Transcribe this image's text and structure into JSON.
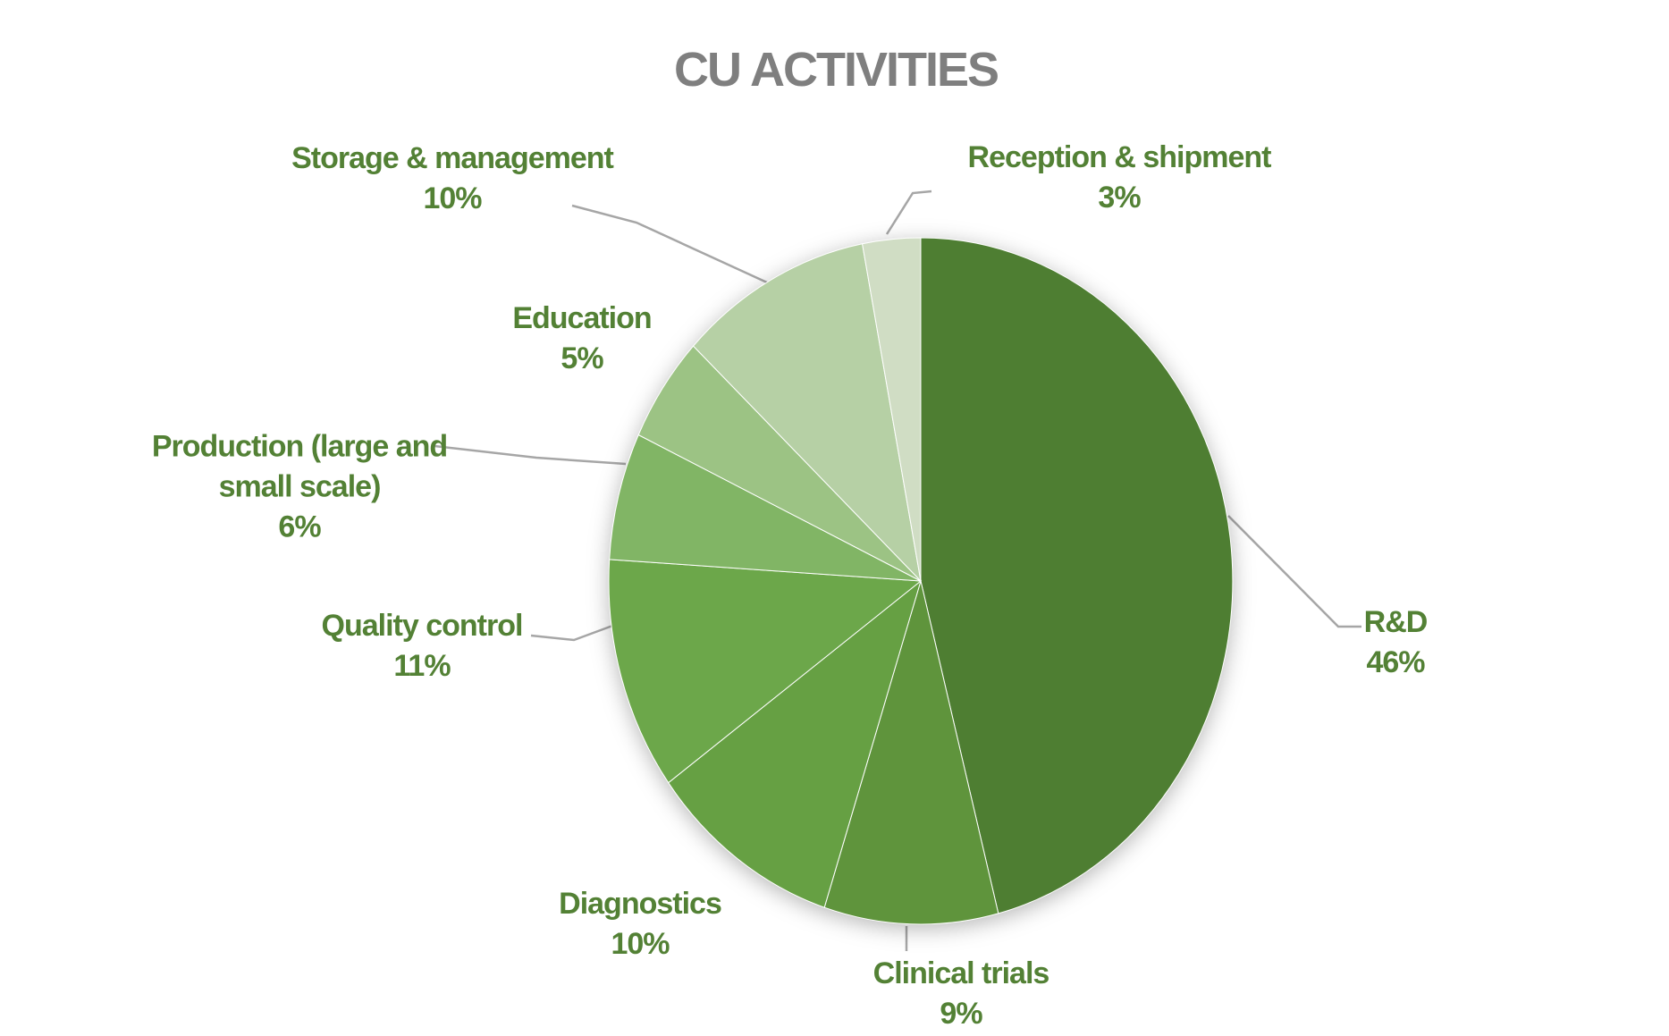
{
  "page": {
    "background": "#ffffff"
  },
  "title": {
    "text": "CU ACTIVITIES",
    "color": "#7f7f7f"
  },
  "styles": {
    "label_color": "#538135",
    "leader_color": "#a6a6a6",
    "slice_border_color": "#ffffff"
  },
  "chart_data": {
    "type": "pie",
    "title": "CU ACTIVITIES",
    "start_angle_deg": 0,
    "direction": "clockwise",
    "legend_position": "none",
    "data_label_style": "outside: category name above percentage",
    "palette_note": "monochromatic greens, darkest (R&D) to lightest (Reception & shipment) clockwise from 12 o'clock",
    "slices": [
      {
        "label": "R&D",
        "pct": 46,
        "pct_label": "46%",
        "color": "#4e7e32",
        "label_lines": [
          "R&D"
        ]
      },
      {
        "label": "Clinical trials",
        "pct": 9,
        "pct_label": "9%",
        "color": "#5f943c",
        "label_lines": [
          "Clinical trials"
        ]
      },
      {
        "label": "Diagnostics",
        "pct": 10,
        "pct_label": "10%",
        "color": "#66a043",
        "label_lines": [
          "Diagnostics"
        ]
      },
      {
        "label": "Quality control",
        "pct": 11,
        "pct_label": "11%",
        "color": "#6ca74a",
        "label_lines": [
          "Quality control"
        ]
      },
      {
        "label": "Production (large and small scale)",
        "pct": 6,
        "pct_label": "6%",
        "color": "#81b565",
        "label_lines": [
          "Production (large and",
          "small scale)"
        ]
      },
      {
        "label": "Education",
        "pct": 5,
        "pct_label": "5%",
        "color": "#9cc384",
        "label_lines": [
          "Education"
        ]
      },
      {
        "label": "Storage & management",
        "pct": 10,
        "pct_label": "10%",
        "color": "#b6d0a5",
        "label_lines": [
          "Storage & management"
        ]
      },
      {
        "label": "Reception & shipment",
        "pct": 3,
        "pct_label": "3%",
        "color": "#d0ddc4",
        "label_lines": [
          "Reception & shipment"
        ]
      }
    ]
  }
}
